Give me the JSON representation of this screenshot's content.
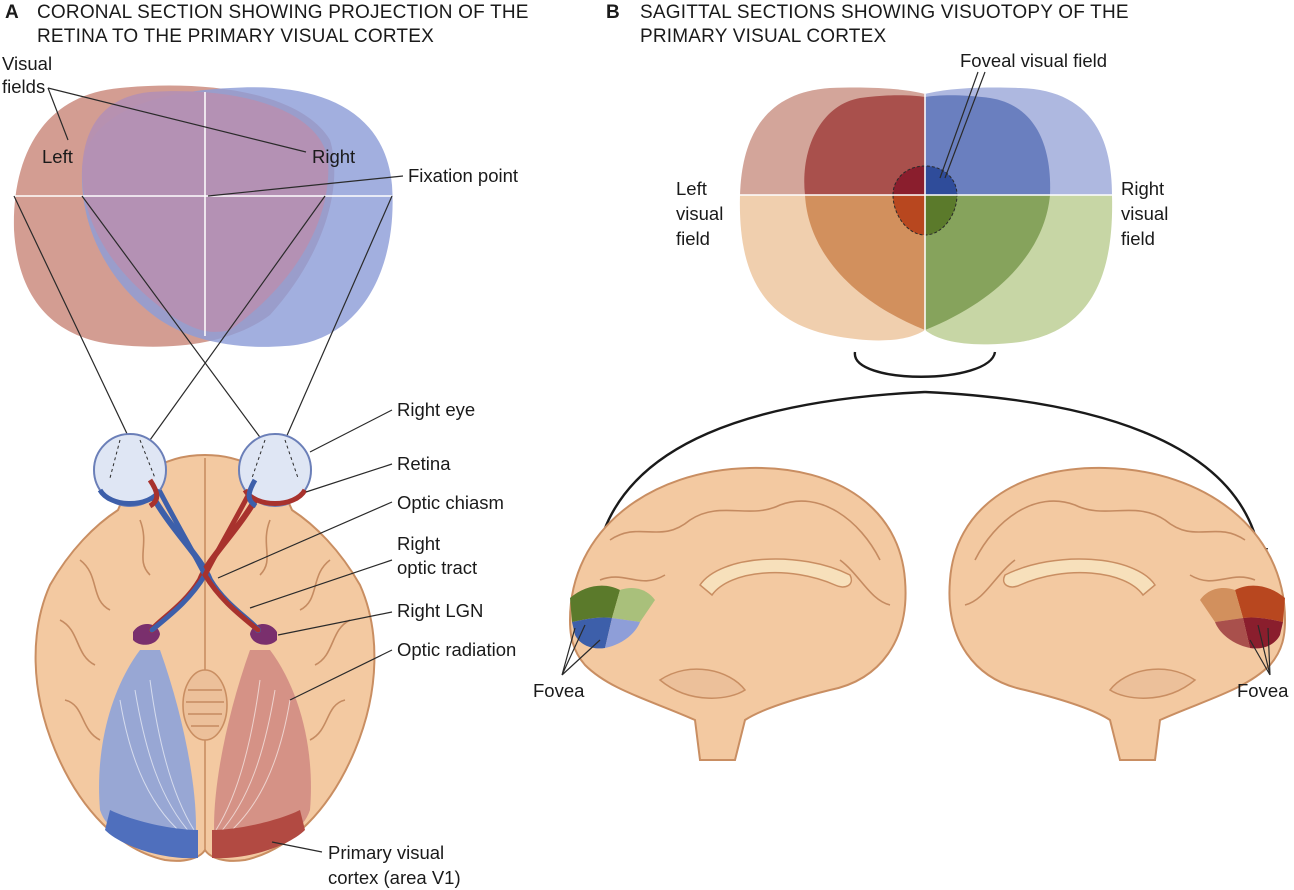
{
  "panel_a": {
    "letter": "A",
    "title_line1": "CORONAL SECTION SHOWING PROJECTION OF THE",
    "title_line2": "RETINA TO THE PRIMARY VISUAL CORTEX",
    "labels": {
      "visual_fields_line1": "Visual",
      "visual_fields_line2": "fields",
      "left": "Left",
      "right": "Right",
      "fixation_point": "Fixation point",
      "right_eye": "Right eye",
      "retina": "Retina",
      "optic_chiasm": "Optic chiasm",
      "right_optic_tract_line1": "Right",
      "right_optic_tract_line2": "optic tract",
      "right_lgn": "Right LGN",
      "optic_radiation": "Optic radiation",
      "primary_visual_cortex_line1": "Primary visual",
      "primary_visual_cortex_line2": "cortex (area V1)"
    }
  },
  "panel_b": {
    "letter": "B",
    "title_line1": "SAGITTAL SECTIONS SHOWING VISUOTOPY OF THE",
    "title_line2": "PRIMARY VISUAL CORTEX",
    "labels": {
      "foveal_visual_field": "Foveal visual field",
      "left_visual_field_line1": "Left",
      "left_visual_field_line2": "visual",
      "left_visual_field_line3": "field",
      "right_visual_field_line1": "Right",
      "right_visual_field_line2": "visual",
      "right_visual_field_line3": "field",
      "fovea_left": "Fovea",
      "fovea_right": "Fovea"
    }
  },
  "colors": {
    "left_field": "#c9877a",
    "right_field": "#8e9ed8",
    "overlap": "#b590b2",
    "brain_tissue": "#f3c9a1",
    "left_pathway": "#3d5faa",
    "right_pathway": "#a8322d",
    "lgn": "#7a2f6d"
  }
}
